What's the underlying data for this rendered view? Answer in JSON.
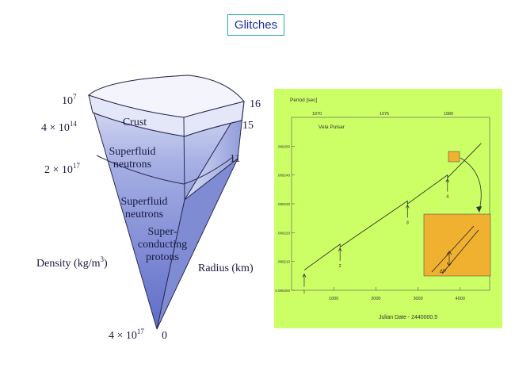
{
  "title": "Glitches",
  "star": {
    "density_top": "10",
    "density_top_exp": "7",
    "density_1": "4 × 10",
    "density_1_exp": "14",
    "density_2": "2 × 10",
    "density_2_exp": "17",
    "density_bottom": "4 × 10",
    "density_bottom_exp": "17",
    "radius_16": "16",
    "radius_15": "15",
    "radius_11": "11",
    "radius_0": "0",
    "crust": "Crust",
    "sf1_a": "Superfluid",
    "sf1_b": "neutrons",
    "sf2_a": "Superfluid",
    "sf2_b": "neutrons",
    "sc_a": "Super-",
    "sc_b": "conducting",
    "sc_c": "protons",
    "density_label_pre": "Density (kg/m",
    "density_label_exp": "3",
    "density_label_post": ")",
    "radius_label": "Radius (km)"
  },
  "plot": {
    "ylabel": "Period [sec]",
    "series_label": "Vela Pulsar",
    "xlabel": "Julian Date - 2440000.5",
    "top_years": [
      "1970",
      "1975",
      "1980"
    ],
    "glitch_labels": [
      "1",
      "2",
      "3",
      "4"
    ],
    "inset_label": "ΔP",
    "colors": {
      "background": "#ccff66",
      "inset": "#f0b030"
    }
  },
  "chart_data": {
    "type": "line",
    "xlabel": "Julian Date - 2440000.5",
    "ylabel": "Period [sec]",
    "xlim": [
      0,
      4700
    ],
    "ylim": [
      0.0892,
      0.08926
    ],
    "xticks": [
      1000,
      2000,
      3000,
      4000
    ],
    "yticks": [
      "0.089200",
      ".089210",
      ".089220",
      ".089230",
      ".089240",
      ".089250"
    ],
    "series": [
      {
        "name": "Vela Pulsar",
        "x": [
          300,
          1150,
          1150,
          2750,
          2750,
          3700,
          3700,
          4500
        ],
        "y": [
          0.089207,
          0.089216,
          0.089215,
          0.089231,
          0.08923,
          0.08924,
          0.089239,
          0.089251
        ]
      }
    ]
  }
}
